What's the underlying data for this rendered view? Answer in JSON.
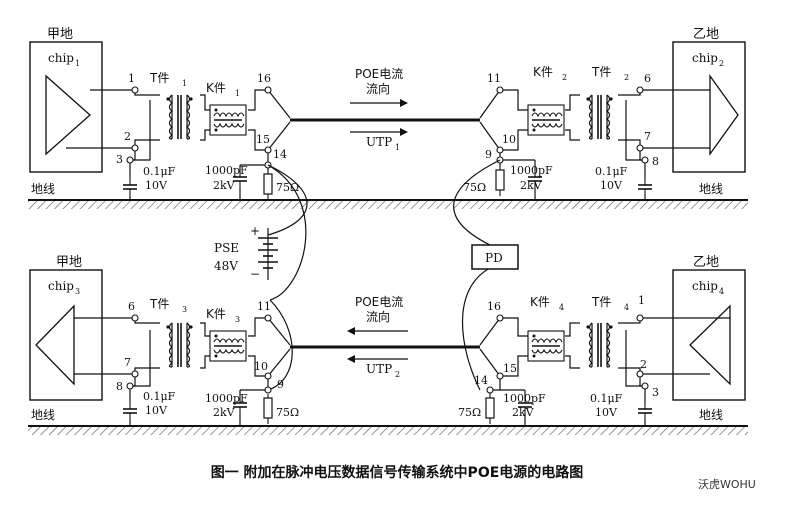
{
  "labels": {
    "ground_a": "甲地",
    "ground_b": "乙地",
    "ground_line": "地线",
    "chip1": "chip",
    "chip1_sub": "1",
    "chip2": "chip",
    "chip2_sub": "2",
    "chip3": "chip",
    "chip3_sub": "3",
    "chip4": "chip",
    "chip4_sub": "4",
    "t_part": "T件",
    "k_part": "K件",
    "sub1": "1",
    "sub2": "2",
    "sub3": "3",
    "sub4": "4",
    "poe_flow": "POE电流",
    "flow_dir": "流向",
    "utp1": "UTP",
    "utp2": "UTP",
    "utp1_sub": "1",
    "utp2_sub": "2",
    "cap_small": "0.1μF",
    "cap_small_v": "10V",
    "cap_large": "1000pF",
    "cap_large_v": "2kV",
    "resistor": "75Ω",
    "pse": "PSE",
    "pse_v": "48V",
    "pd": "PD",
    "plus": "+",
    "minus": "−",
    "pins": {
      "p1": "1",
      "p2": "2",
      "p3": "3",
      "p6": "6",
      "p7": "7",
      "p8": "8",
      "p9": "9",
      "p10": "10",
      "p11": "11",
      "p14": "14",
      "p15": "15",
      "p16": "16"
    }
  },
  "caption": "图一  附加在脉冲电压数据信号传输系统中POE电源的电路图",
  "watermark": "沃虎WOHU"
}
